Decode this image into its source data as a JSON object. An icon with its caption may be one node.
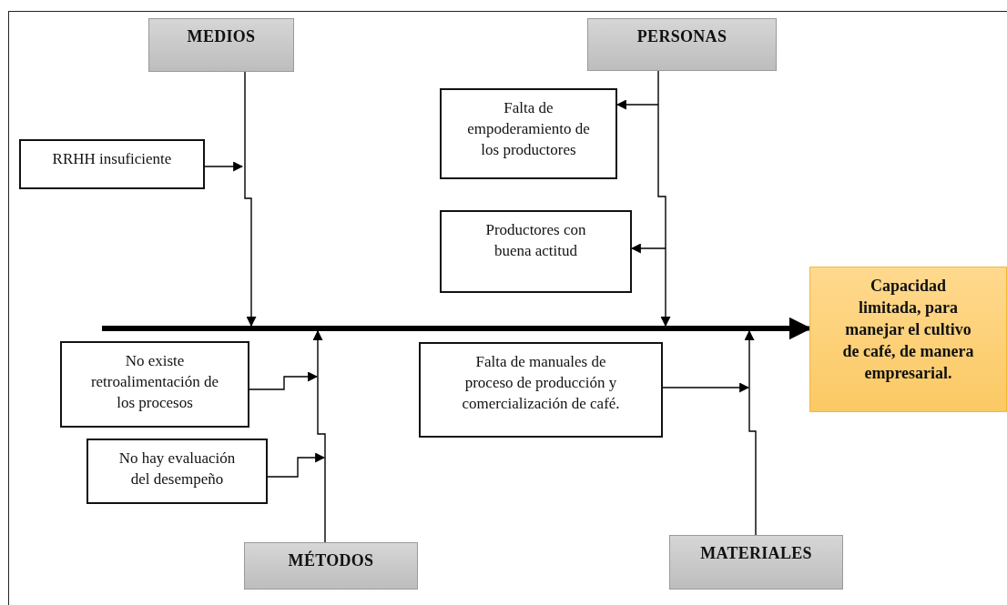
{
  "diagram": {
    "nodes": [
      {
        "text": [
          "MEDIOS"
        ]
      },
      {
        "text": [
          "PERSONAS"
        ]
      },
      {
        "text": [
          "RRHH insuficiente"
        ]
      },
      {
        "text": [
          "Falta de empoderamiento de los productores"
        ]
      },
      {
        "text": [
          "Productores con buena actitud"
        ]
      },
      {
        "text": [
          "Capacidad limitada, para manejar el cultivo de café, de manera empresarial."
        ]
      },
      {
        "text": [
          "No existe retroalimentación de los procesos"
        ]
      },
      {
        "text": [
          "No hay evaluación del desempeño"
        ]
      },
      {
        "text": [
          "Falta de manuales de proceso de producción y comercialización de café."
        ]
      },
      {
        "text": [
          "MÉTODOS"
        ]
      },
      {
        "text": [
          "MATERIALES"
        ]
      },
      {
        "text": [],
        "shape": "bar"
      }
    ],
    "edges": [
      {
        "from": 0,
        "to": 11,
        "arrow": "to"
      },
      {
        "from": 1,
        "to": 11,
        "arrow": "to"
      },
      {
        "from": 9,
        "to": 11,
        "arrow": "to"
      },
      {
        "from": 10,
        "to": 11,
        "arrow": "to"
      },
      {
        "from": 2,
        "to": null,
        "arrow": "to"
      },
      {
        "from": null,
        "to": 3,
        "arrow": "to"
      },
      {
        "from": null,
        "to": 4,
        "arrow": "to"
      },
      {
        "from": 6,
        "to": null,
        "arrow": "to"
      },
      {
        "from": 7,
        "to": null,
        "arrow": "to"
      },
      {
        "from": 8,
        "to": null,
        "arrow": "to"
      },
      {
        "from": 11,
        "to": 5,
        "arrow": "to",
        "style": "thick"
      }
    ]
  }
}
